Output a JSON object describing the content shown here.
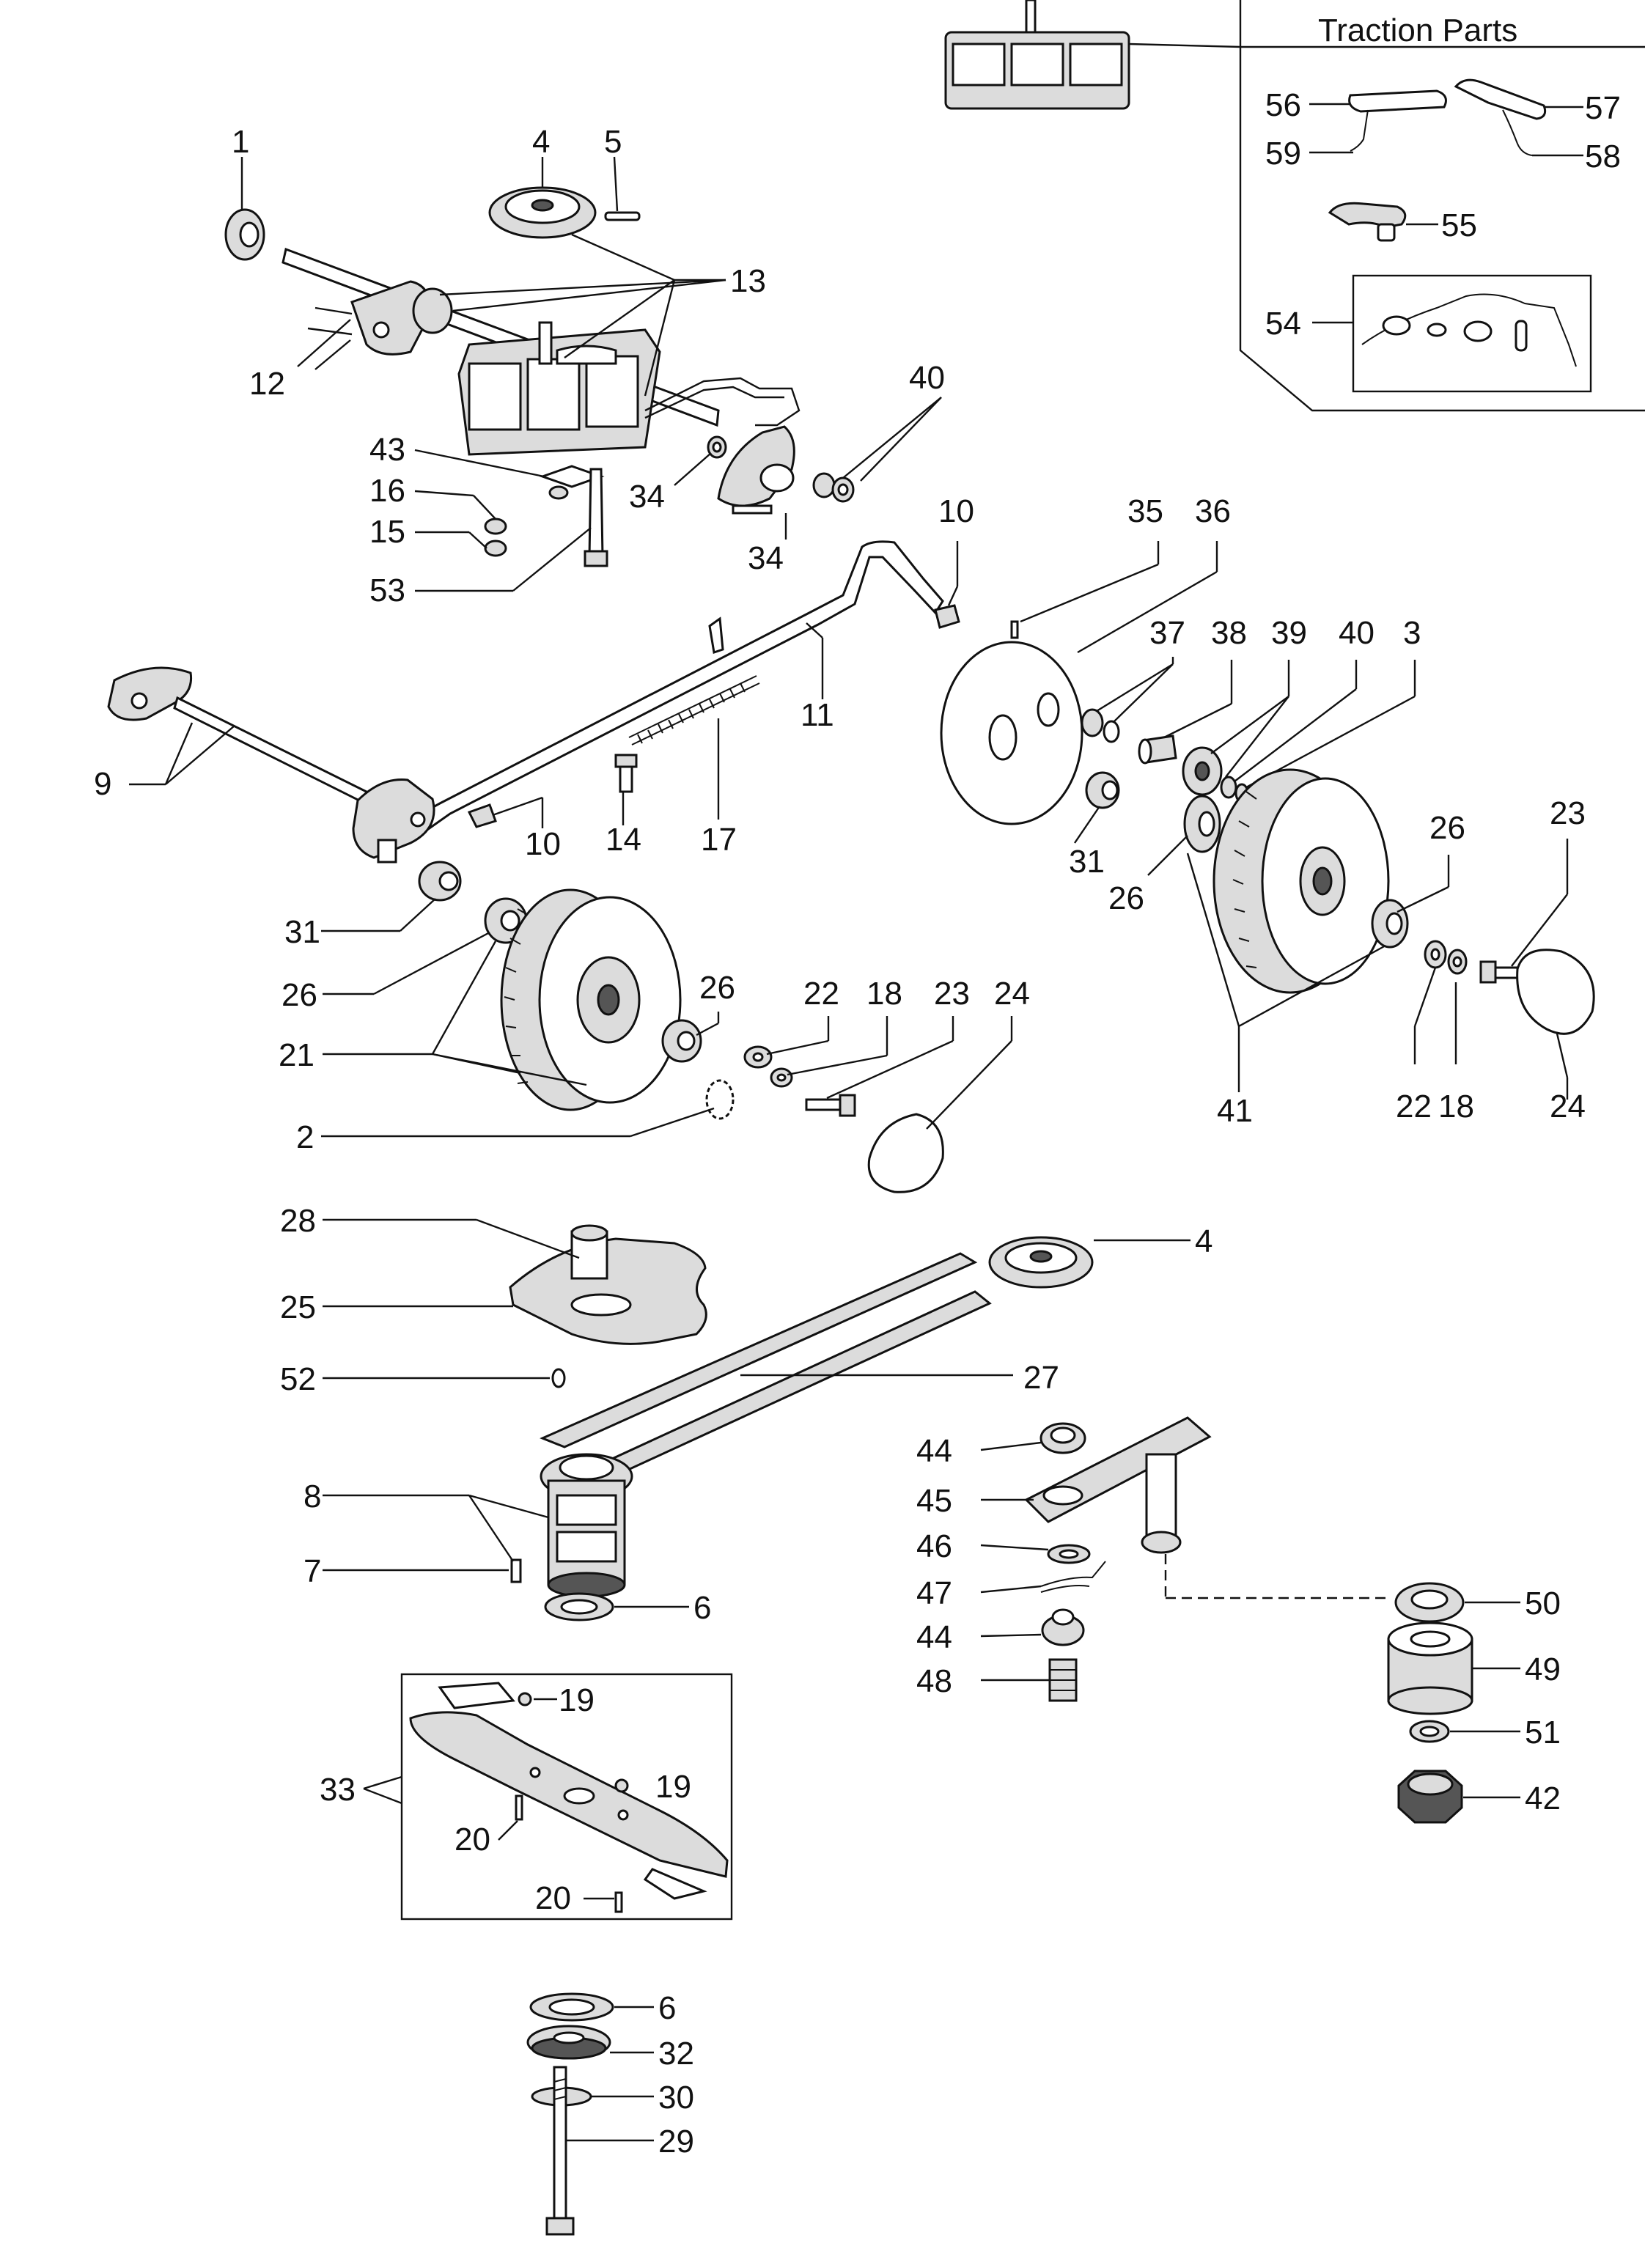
{
  "inset": {
    "title": "Traction Parts"
  },
  "callouts": [
    {
      "id": "c1",
      "text": "1"
    },
    {
      "id": "c4a",
      "text": "4"
    },
    {
      "id": "c5",
      "text": "5"
    },
    {
      "id": "c13",
      "text": "13"
    },
    {
      "id": "c12",
      "text": "12"
    },
    {
      "id": "c40a",
      "text": "40"
    },
    {
      "id": "c43",
      "text": "43"
    },
    {
      "id": "c16",
      "text": "16"
    },
    {
      "id": "c15",
      "text": "15"
    },
    {
      "id": "c53",
      "text": "53"
    },
    {
      "id": "c34a",
      "text": "34"
    },
    {
      "id": "c34b",
      "text": "34"
    },
    {
      "id": "c10a",
      "text": "10"
    },
    {
      "id": "c35",
      "text": "35"
    },
    {
      "id": "c36",
      "text": "36"
    },
    {
      "id": "c9",
      "text": "9"
    },
    {
      "id": "c11",
      "text": "11"
    },
    {
      "id": "c37",
      "text": "37"
    },
    {
      "id": "c38",
      "text": "38"
    },
    {
      "id": "c39",
      "text": "39"
    },
    {
      "id": "c40b",
      "text": "40"
    },
    {
      "id": "c3",
      "text": "3"
    },
    {
      "id": "c14",
      "text": "14"
    },
    {
      "id": "c17",
      "text": "17"
    },
    {
      "id": "c10b",
      "text": "10"
    },
    {
      "id": "c31a",
      "text": "31"
    },
    {
      "id": "c31b",
      "text": "31"
    },
    {
      "id": "c26a",
      "text": "26"
    },
    {
      "id": "c26b",
      "text": "26"
    },
    {
      "id": "c26c",
      "text": "26"
    },
    {
      "id": "c26d",
      "text": "26"
    },
    {
      "id": "c23a",
      "text": "23"
    },
    {
      "id": "c21",
      "text": "21"
    },
    {
      "id": "c22a",
      "text": "22"
    },
    {
      "id": "c18a",
      "text": "18"
    },
    {
      "id": "c23b",
      "text": "23"
    },
    {
      "id": "c24a",
      "text": "24"
    },
    {
      "id": "c2",
      "text": "2"
    },
    {
      "id": "c41",
      "text": "41"
    },
    {
      "id": "c22b",
      "text": "22"
    },
    {
      "id": "c18b",
      "text": "18"
    },
    {
      "id": "c24b",
      "text": "24"
    },
    {
      "id": "c28",
      "text": "28"
    },
    {
      "id": "c4b",
      "text": "4"
    },
    {
      "id": "c25",
      "text": "25"
    },
    {
      "id": "c52",
      "text": "52"
    },
    {
      "id": "c27",
      "text": "27"
    },
    {
      "id": "c44a",
      "text": "44"
    },
    {
      "id": "c45",
      "text": "45"
    },
    {
      "id": "c8",
      "text": "8"
    },
    {
      "id": "c46",
      "text": "46"
    },
    {
      "id": "c7",
      "text": "7"
    },
    {
      "id": "c47",
      "text": "47"
    },
    {
      "id": "c6a",
      "text": "6"
    },
    {
      "id": "c44b",
      "text": "44"
    },
    {
      "id": "c50",
      "text": "50"
    },
    {
      "id": "c49",
      "text": "49"
    },
    {
      "id": "c48",
      "text": "48"
    },
    {
      "id": "c51",
      "text": "51"
    },
    {
      "id": "c42",
      "text": "42"
    },
    {
      "id": "c19a",
      "text": "19"
    },
    {
      "id": "c33",
      "text": "33"
    },
    {
      "id": "c19b",
      "text": "19"
    },
    {
      "id": "c20a",
      "text": "20"
    },
    {
      "id": "c20b",
      "text": "20"
    },
    {
      "id": "c6b",
      "text": "6"
    },
    {
      "id": "c32",
      "text": "32"
    },
    {
      "id": "c30",
      "text": "30"
    },
    {
      "id": "c29",
      "text": "29"
    },
    {
      "id": "c56",
      "text": "56"
    },
    {
      "id": "c57",
      "text": "57"
    },
    {
      "id": "c59",
      "text": "59"
    },
    {
      "id": "c58",
      "text": "58"
    },
    {
      "id": "c55",
      "text": "55"
    },
    {
      "id": "c54",
      "text": "54"
    }
  ]
}
